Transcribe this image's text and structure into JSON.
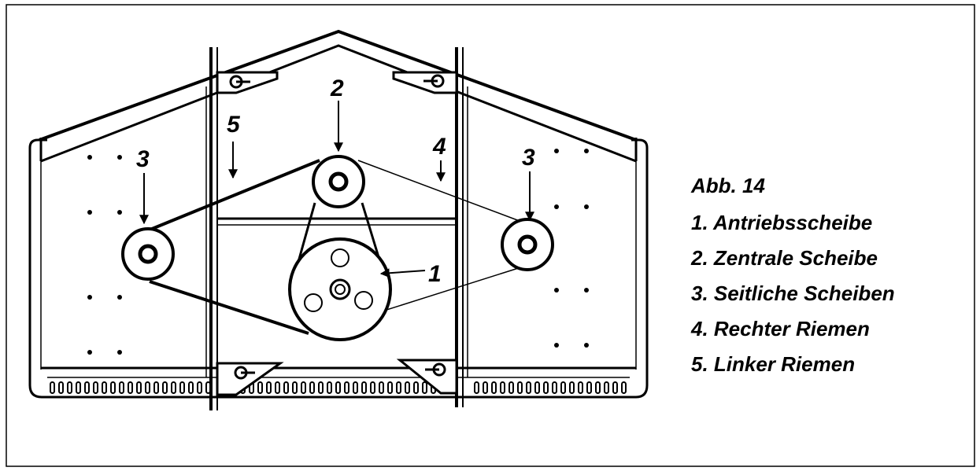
{
  "figure": {
    "title": "Abb. 14"
  },
  "callouts": {
    "c1": "1",
    "c2": "2",
    "c3_left": "3",
    "c3_right": "3",
    "c4": "4",
    "c5": "5"
  },
  "legend": {
    "items": [
      "1. Antriebsscheibe",
      "2. Zentrale Scheibe",
      "3. Seitliche Scheiben",
      "4. Rechter Riemen",
      "5. Linker Riemen"
    ]
  },
  "colors": {
    "line": "#000000",
    "background": "#ffffff"
  }
}
